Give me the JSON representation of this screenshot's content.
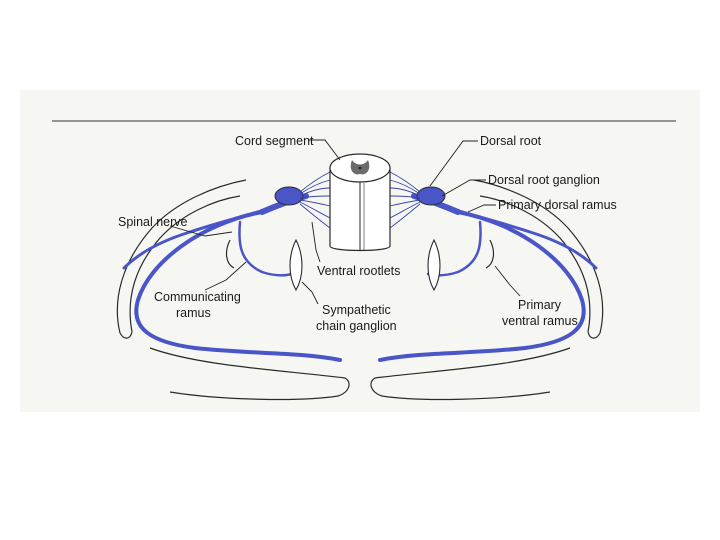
{
  "figure": {
    "labels": {
      "cord_segment": "Cord segment",
      "dorsal_root": "Dorsal root",
      "dorsal_root_ganglion": "Dorsal root ganglion",
      "primary_dorsal_ramus": "Primary dorsal ramus",
      "spinal_nerve": "Spinal nerve",
      "ventral_rootlets": "Ventral rootlets",
      "communicating_ramus_1": "Communicating",
      "communicating_ramus_2": "ramus",
      "sympathetic_chain_1": "Sympathetic",
      "sympathetic_chain_2": "chain ganglion",
      "primary_ventral_1": "Primary",
      "primary_ventral_2": "ventral ramus"
    },
    "colors": {
      "nerve": "#4a55c8",
      "nerve_dark": "#3a44b0",
      "outline": "#2a2a2a",
      "background": "#f6f7f3"
    }
  }
}
